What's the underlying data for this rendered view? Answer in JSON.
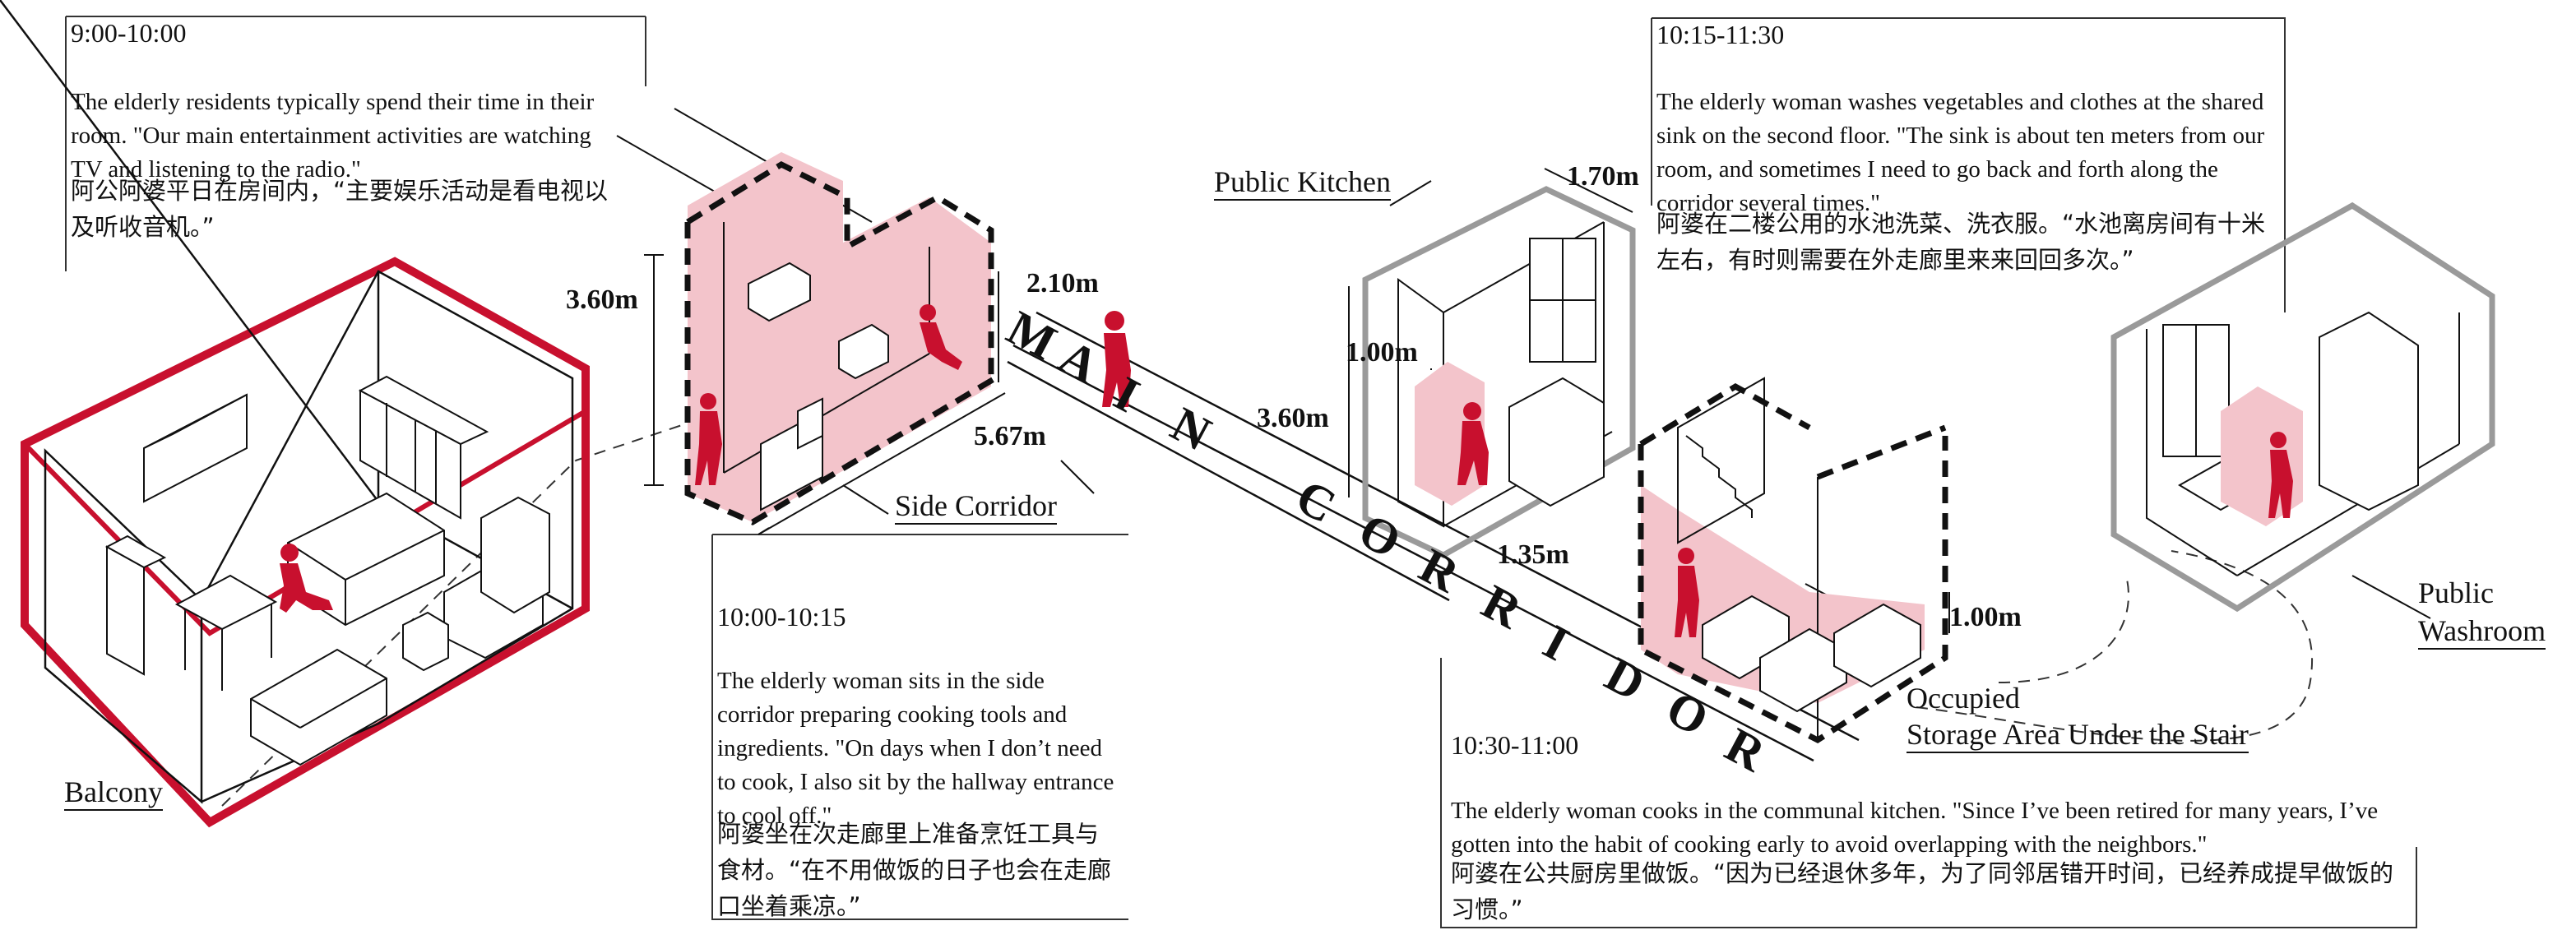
{
  "blocks": {
    "room": {
      "time": "9:00-10:00",
      "text_en": "The elderly residents typically spend their time in their room. \"Our main entertainment activities are watching TV and listening to the radio.\"",
      "text_zh": "阿公阿婆平日在房间内，“主要娱乐活动是看电视以及听收音机。”"
    },
    "side_corridor": {
      "time": "10:00-10:15",
      "text_en": "The elderly woman sits in the side corridor preparing cooking tools and ingredients. \"On days when I don’t need to cook, I also sit by the hallway entrance to cool off.\"",
      "text_zh": "阿婆坐在次走廊里上准备烹饪工具与食材。“在不用做饭的日子也会在走廊口坐着乘凉。”"
    },
    "sink": {
      "time": "10:15-11:30",
      "text_en": "The elderly woman washes vegetables and clothes at the shared sink on the second floor. \"The sink is about ten meters from our room, and sometimes I need to go back and forth along the corridor several times.\"",
      "text_zh": "阿婆在二楼公用的水池洗菜、洗衣服。“水池离房间有十米左右，有时则需要在外走廊里来来回回多次。”"
    },
    "kitchen": {
      "time": "10:30-11:00",
      "text_en": "The elderly woman cooks in the communal kitchen. \"Since I’ve been retired for many years, I’ve gotten into the habit of cooking early to avoid overlapping with the neighbors.\"",
      "text_zh": "阿婆在公共厨房里做饭。“因为已经退休多年，为了同邻居错开时间，已经养成提早做饭的习惯。”"
    }
  },
  "labels": {
    "balcony": "Balcony",
    "side_corridor": "Side Corridor",
    "public_kitchen": "Public Kitchen",
    "occupied": "Occupied",
    "storage": "Storage Area Under the Stair",
    "public": "Public",
    "washroom": "Washroom",
    "main_corridor_letters": [
      "M",
      "A",
      "I",
      "N",
      "C",
      "O",
      "R",
      "R",
      "I",
      "D",
      "O",
      "R"
    ]
  },
  "dimensions": {
    "room_height": "3.60m",
    "side_height": "2.10m",
    "side_length": "5.67m",
    "kitchen_width": "1.70m",
    "kitchen_counter": "1.00m",
    "kitchen_height": "3.60m",
    "kitchen_depth": "1.35m",
    "stair_height": "1.00m"
  },
  "colors": {
    "accent_red": "#c8102e",
    "pink_fill": "#f3c4cb",
    "line": "#111111",
    "wall_grey": "#9a9a9a"
  }
}
